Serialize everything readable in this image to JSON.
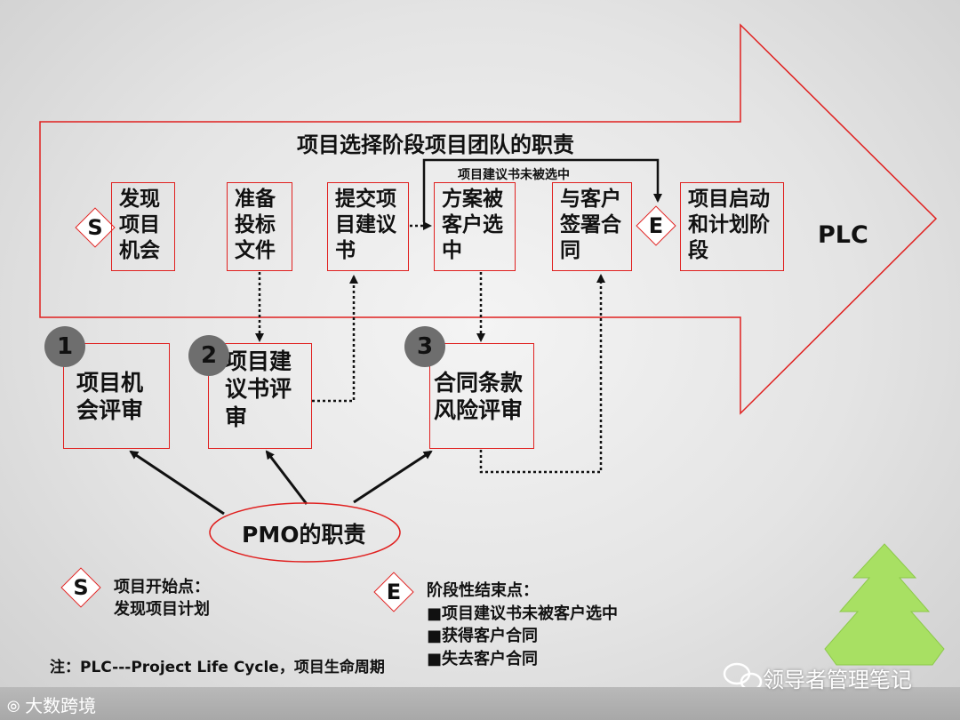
{
  "phase_title": "项目选择阶段项目团队的职责",
  "top_arrow_label": "项目建议书未被选中",
  "plc_label": "PLC",
  "start_marker": "S",
  "end_marker": "E",
  "phase_steps": [
    "发现\n项目\n机会",
    "准备\n投标\n文件",
    "提交项\n目建议\n书",
    "方案被\n客户选\n中",
    "与客户\n签署合\n同",
    "项目启动\n和计划阶\n段"
  ],
  "reviews": [
    {
      "number": "1",
      "label": "项目机\n会评审"
    },
    {
      "number": "2",
      "label": "项目建\n议书评\n审"
    },
    {
      "number": "3",
      "label": "合同条款\n风险评审"
    }
  ],
  "pmo_label": "PMO的职责",
  "legend": {
    "start_title": "项目开始点：",
    "start_desc": "发现项目计划",
    "end_title": "阶段性结束点：",
    "end_items": [
      "■项目建议书未被客户选中",
      "■获得客户合同",
      "■失去客户合同"
    ]
  },
  "note": "注：PLC---Project  Life Cycle，项目生命周期",
  "watermark_left": "大数跨境",
  "watermark_right": "领导者管理笔记"
}
